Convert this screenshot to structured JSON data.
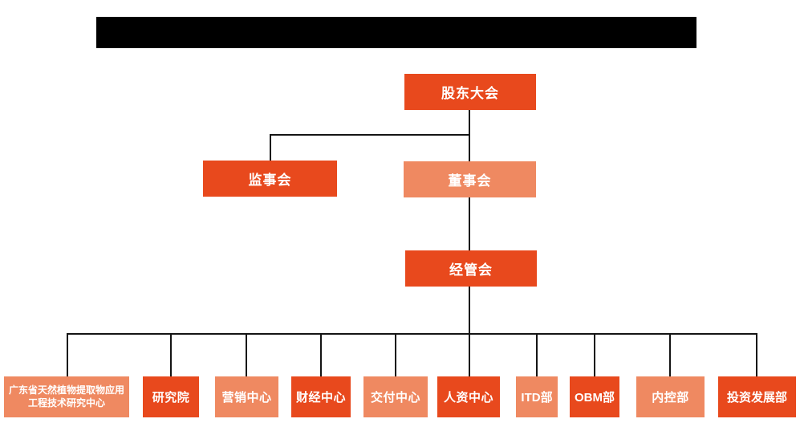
{
  "colors": {
    "primary_orange": "#E8491D",
    "light_orange": "#EF8961",
    "connector": "#141414",
    "redaction": "#000000"
  },
  "header": {
    "redacted": true
  },
  "org_chart": {
    "top": {
      "label": "股东大会"
    },
    "level2": [
      {
        "label": "监事会",
        "variant": "dark"
      },
      {
        "label": "董事会",
        "variant": "light"
      }
    ],
    "level3": {
      "label": "经管会",
      "variant": "dark"
    },
    "departments": [
      {
        "label": "广东省天然植物提取物应用工程技术研究中心",
        "variant": "light"
      },
      {
        "label": "研究院",
        "variant": "dark"
      },
      {
        "label": "营销中心",
        "variant": "light"
      },
      {
        "label": "财经中心",
        "variant": "dark"
      },
      {
        "label": "交付中心",
        "variant": "light"
      },
      {
        "label": "人资中心",
        "variant": "dark"
      },
      {
        "label": "ITD部",
        "variant": "light"
      },
      {
        "label": "OBM部",
        "variant": "dark"
      },
      {
        "label": "内控部",
        "variant": "light"
      },
      {
        "label": "投资发展部",
        "variant": "dark"
      }
    ]
  }
}
